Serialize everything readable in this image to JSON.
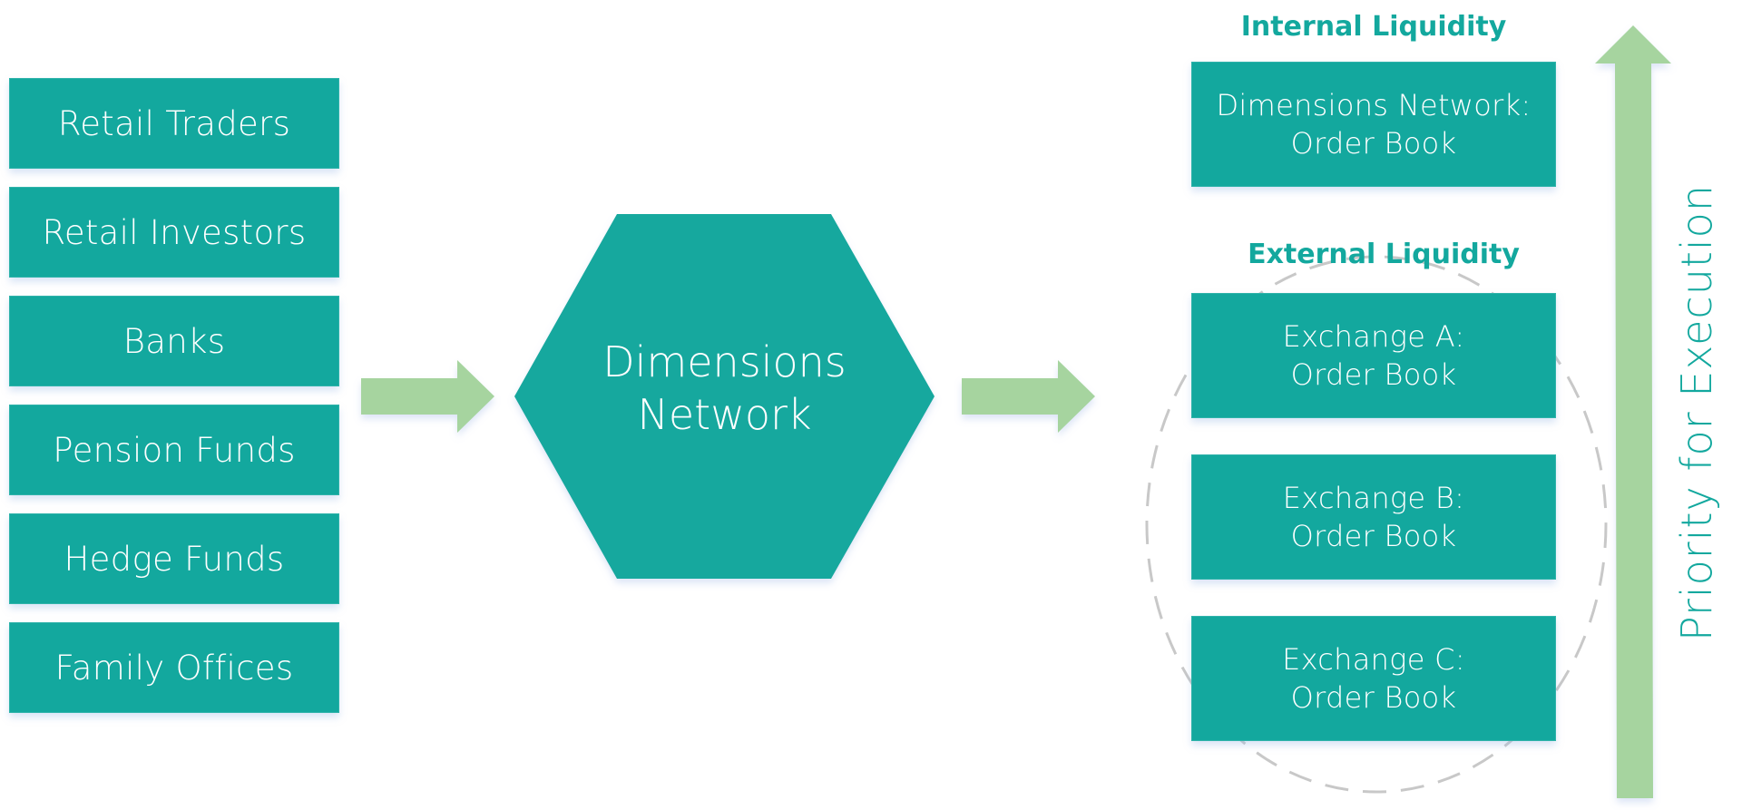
{
  "colors": {
    "box_fill": "#13a89e",
    "box_text": "#ffffff",
    "arrow_fill": "#a6d49f",
    "label_text": "#13a89e",
    "dashed_outline": "#c8c8c8"
  },
  "participants": [
    {
      "label": "Retail Traders"
    },
    {
      "label": "Retail Investors"
    },
    {
      "label": "Banks"
    },
    {
      "label": "Pension Funds"
    },
    {
      "label": "Hedge Funds"
    },
    {
      "label": "Family Offices"
    }
  ],
  "hub": {
    "line1": "Dimensions",
    "line2": "Network"
  },
  "internal": {
    "heading": "Internal Liquidity",
    "books": [
      {
        "line1": "Dimensions Network:",
        "line2": "Order Book"
      }
    ]
  },
  "external": {
    "heading": "External Liquidity",
    "books": [
      {
        "line1": "Exchange A:",
        "line2": "Order Book"
      },
      {
        "line1": "Exchange B:",
        "line2": "Order Book"
      },
      {
        "line1": "Exchange C:",
        "line2": "Order Book"
      }
    ]
  },
  "priority_axis": {
    "label": "Priority for Execution",
    "direction": "up"
  }
}
